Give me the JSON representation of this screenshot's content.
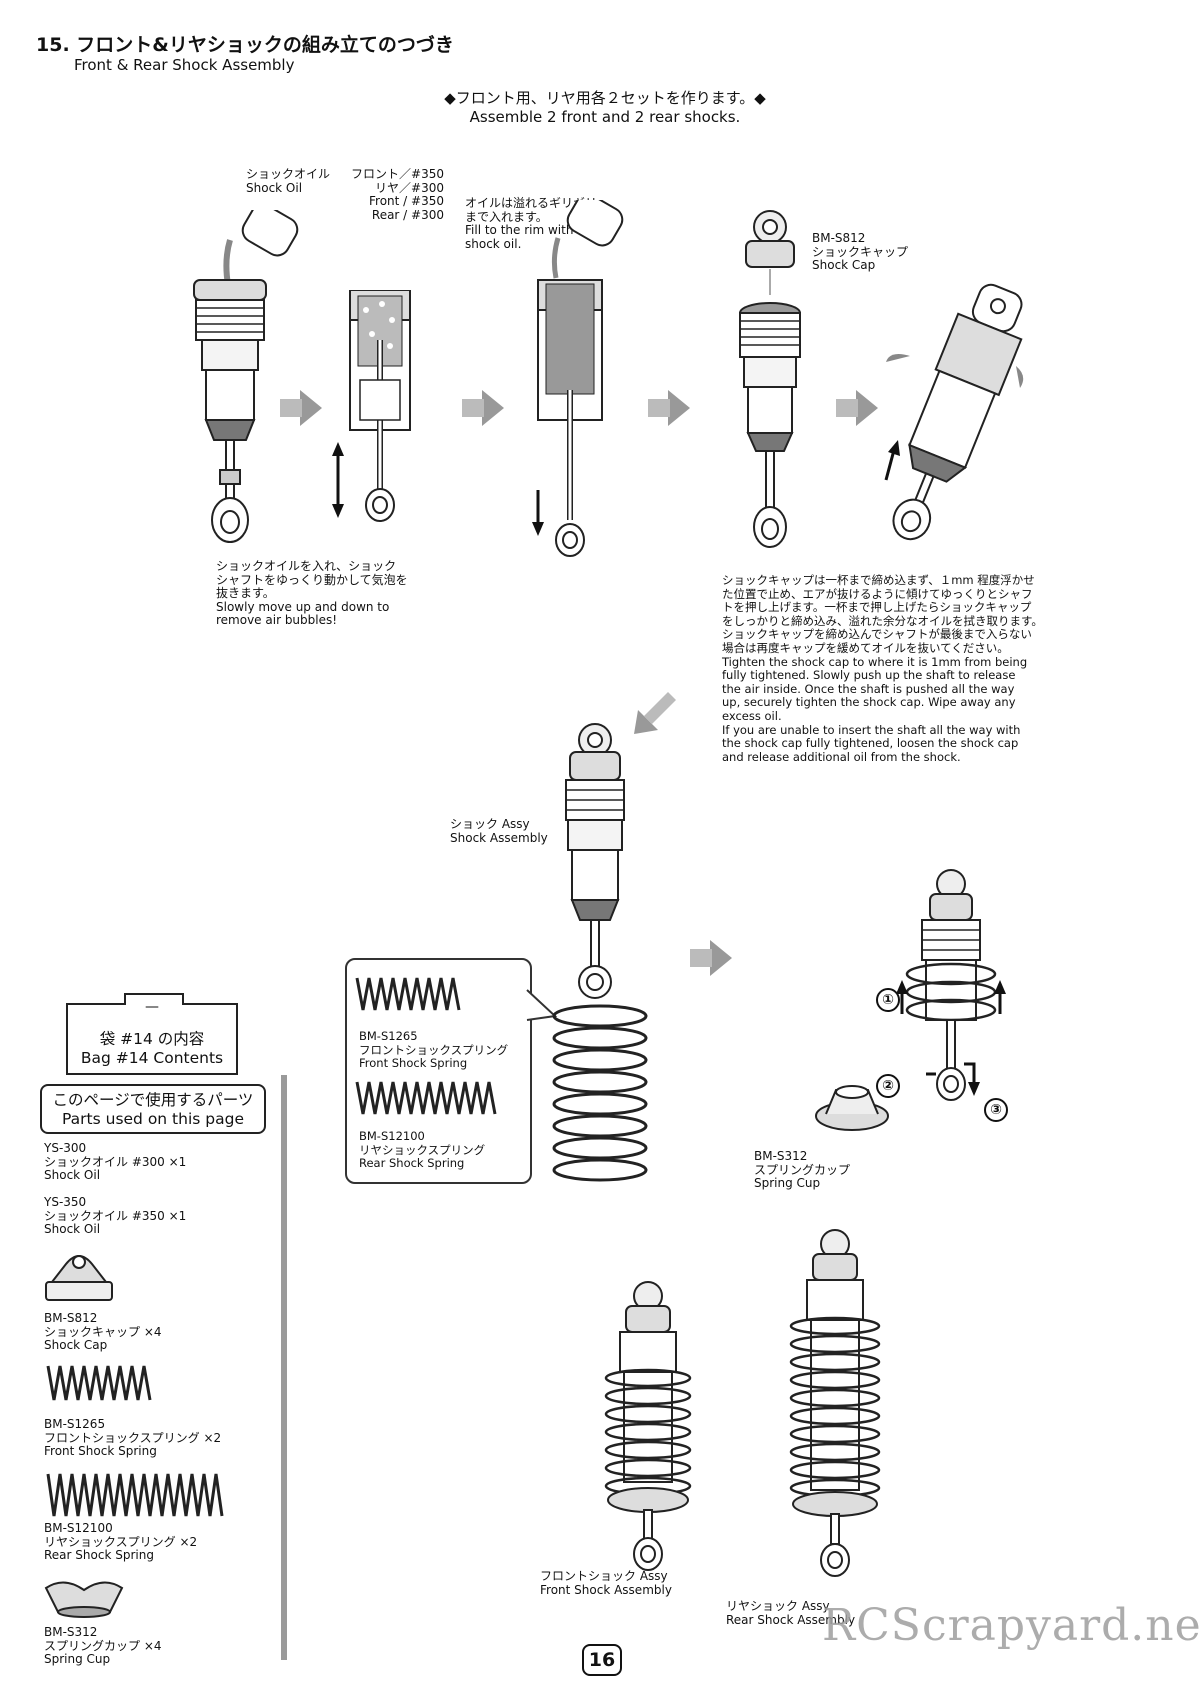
{
  "header": {
    "title_jp": "15. フロント&リヤショックの組み立てのつづき",
    "title_en": "Front & Rear Shock  Assembly"
  },
  "note": {
    "jp": "◆フロント用、リヤ用各２セットを作ります。◆",
    "en": "Assemble 2 front and 2 rear shocks."
  },
  "step1": {
    "oil_label": "ショックオイル\nShock Oil",
    "oil_spec": "フロント／#350\nリヤ／#300\nFront / #350\nRear / #300",
    "instructions": "ショックオイルを入れ、ショック\nシャフトをゆっくり動かして気泡を\n抜きます。\nSlowly move up and down to\nremove air bubbles!"
  },
  "step2": {
    "fill_note": "オイルは溢れるギリギリ\nまで入れます。\nFill to the rim with\nshock oil."
  },
  "step3": {
    "part_label": "BM-S812\nショックキャップ\nShock Cap",
    "instructions": "ショックキャップは一杯まで締め込まず、１mm 程度浮かせ\nた位置で止め、エアが抜けるように傾けてゆっくりとシャフ\nトを押し上げます。一杯まで押し上げたらショックキャップ\nをしっかりと締め込み、溢れた余分なオイルを拭き取ります。\nショックキャップを締め込んでシャフトが最後まで入らない\n場合は再度キャップを緩めてオイルを抜いてください。\nTighten the shock cap to where it is 1mm from being\nfully tightened. Slowly push up the shaft to release\nthe air inside. Once the shaft is pushed all the way\nup, securely tighten the shock cap. Wipe away any\nexcess oil.\nIf you are unable to insert the shaft all the way with\nthe shock cap fully tightened, loosen the shock cap\nand release additional oil from the shock."
  },
  "assembly": {
    "label": "ショック Assy\nShock Assembly",
    "spring_front": "BM-S1265\nフロントショックスプリング\nFront Shock Spring",
    "spring_rear": "BM-S12100\nリヤショックスプリング\nRear Shock Spring",
    "spring_cup": "BM-S312\nスプリングカップ\nSpring Cup",
    "steps": [
      "①",
      "②",
      "③"
    ]
  },
  "finished": {
    "front": "フロントショック Assy\nFront Shock Assembly",
    "rear": "リヤショック Assy\nRear Shock Assembly"
  },
  "sidebar": {
    "bag_dash": "—",
    "bag_jp": "袋 #14 の内容",
    "bag_en": "Bag #14 Contents",
    "parts_jp": "このページで使用するパーツ",
    "parts_en": "Parts used on this page",
    "items": [
      {
        "text": "YS-300\nショックオイル #300 ×1\nShock Oil"
      },
      {
        "text": "YS-350\nショックオイル #350 ×1\nShock Oil"
      },
      {
        "text": "BM-S812\nショックキャップ ×4\nShock Cap"
      },
      {
        "text": "BM-S1265\nフロントショックスプリング ×2\nFront Shock Spring"
      },
      {
        "text": "BM-S12100\nリヤショックスプリング ×2\nRear Shock Spring"
      },
      {
        "text": "BM-S312\nスプリングカップ ×4\nSpring Cup"
      }
    ]
  },
  "footer": {
    "page_number": "16",
    "watermark": "RCScrapyard.net"
  }
}
